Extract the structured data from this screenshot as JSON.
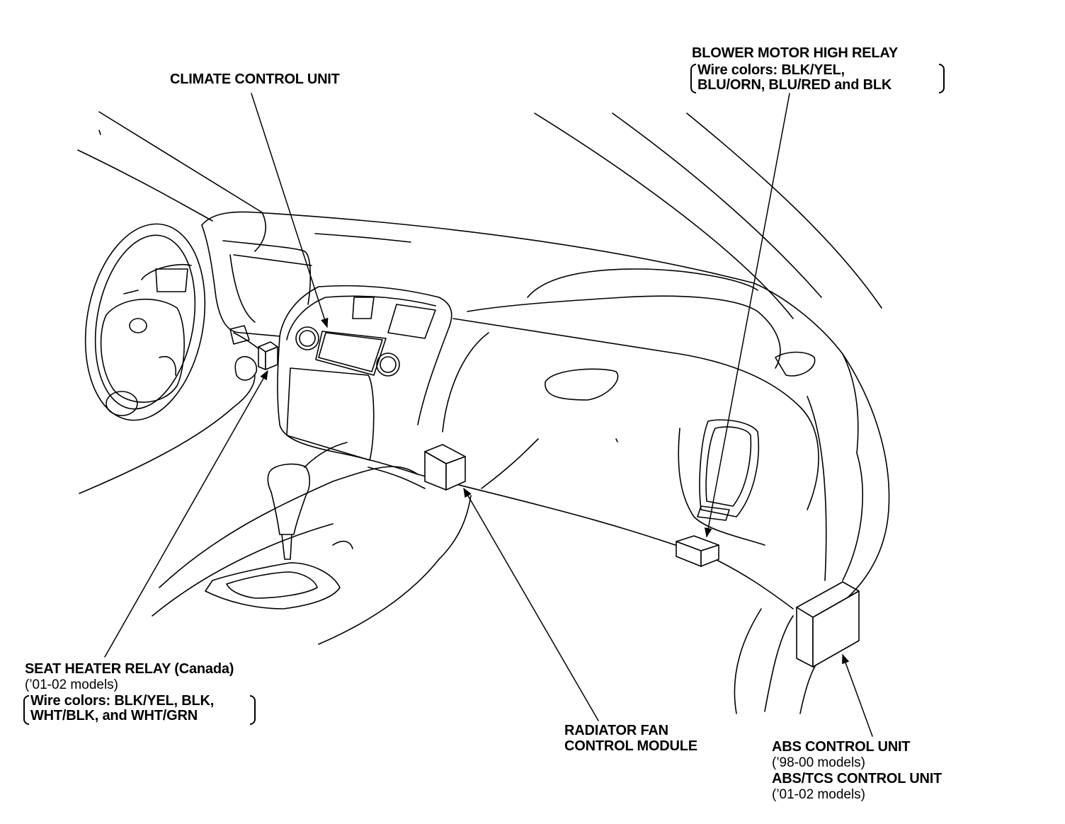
{
  "labels": {
    "climate": {
      "title": "CLIMATE CONTROL UNIT"
    },
    "blower": {
      "title": "BLOWER MOTOR HIGH RELAY",
      "wire_line1": "Wire colors: BLK/YEL,",
      "wire_line2": "BLU/ORN, BLU/RED and BLK"
    },
    "seat_heater": {
      "title": "SEAT HEATER RELAY (Canada)",
      "models": "(’01-02 models)",
      "wire_line1": "Wire colors: BLK/YEL, BLK,",
      "wire_line2": "WHT/BLK, and WHT/GRN"
    },
    "radiator": {
      "line1": "RADIATOR FAN",
      "line2": "CONTROL MODULE"
    },
    "abs": {
      "title1": "ABS CONTROL UNIT",
      "models1": "(’98-00 models)",
      "title2": "ABS/TCS CONTROL UNIT",
      "models2": "(’01-02 models)"
    }
  },
  "colors": {
    "ink": "#000000",
    "paper": "#ffffff"
  }
}
